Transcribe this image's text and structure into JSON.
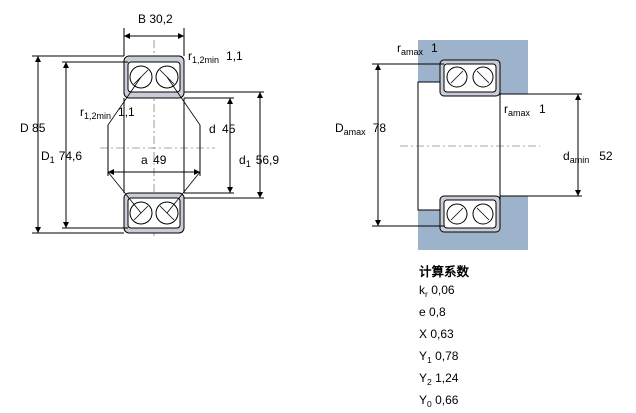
{
  "left_view": {
    "B": {
      "sym": "B",
      "val": "30,2"
    },
    "r12_top": {
      "sym": "r",
      "sub": "1,2min",
      "val": "1,1"
    },
    "r12_mid": {
      "sym": "r",
      "sub": "1,2min",
      "val": "1,1"
    },
    "D": {
      "sym": "D",
      "val": "85"
    },
    "D1": {
      "sym": "D",
      "sub": "1",
      "val": "74,6"
    },
    "d": {
      "sym": "d",
      "val": "45"
    },
    "d1": {
      "sym": "d",
      "sub": "1",
      "val": "56,9"
    },
    "a": {
      "sym": "a",
      "val": "49"
    }
  },
  "right_view": {
    "ramax_top": {
      "sym": "r",
      "sub": "amax",
      "val": "1"
    },
    "ramax_mid": {
      "sym": "r",
      "sub": "amax",
      "val": "1"
    },
    "Damax": {
      "sym": "D",
      "sub": "amax",
      "val": "78"
    },
    "damin": {
      "sym": "d",
      "sub": "amin",
      "val": "52"
    }
  },
  "calculation_factors": {
    "title": "计算系数",
    "rows": [
      {
        "sym": "k",
        "sub": "r",
        "val": "0,06"
      },
      {
        "sym": "e",
        "sub": "",
        "val": "0,8"
      },
      {
        "sym": "X",
        "sub": "",
        "val": "0,63"
      },
      {
        "sym": "Y",
        "sub": "1",
        "val": "0,78"
      },
      {
        "sym": "Y",
        "sub": "2",
        "val": "1,24"
      },
      {
        "sym": "Y",
        "sub": "0",
        "val": "0,66"
      }
    ]
  }
}
